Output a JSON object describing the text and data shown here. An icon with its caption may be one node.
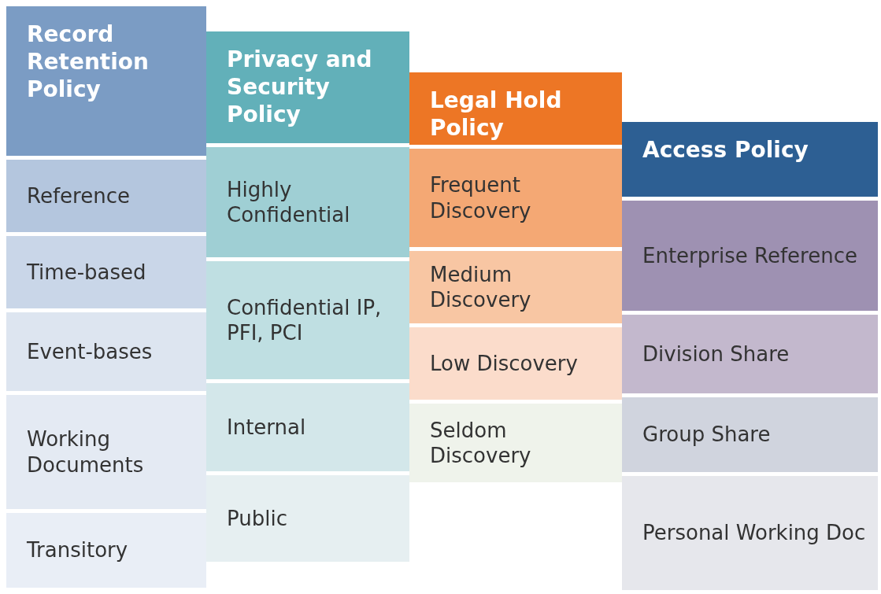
{
  "diagram": {
    "nodes": [
      {
        "text": [
          "Record Retention Policy"
        ]
      },
      {
        "text": [
          "Reference"
        ]
      },
      {
        "text": [
          "Time-based"
        ]
      },
      {
        "text": [
          "Event-bases"
        ]
      },
      {
        "text": [
          "Working Documents"
        ]
      },
      {
        "text": [
          "Transitory"
        ]
      },
      {
        "text": [
          "Privacy and Security Policy"
        ]
      },
      {
        "text": [
          "Highly Confidential"
        ]
      },
      {
        "text": [
          "Confidential IP, PFI, PCI"
        ]
      },
      {
        "text": [
          "Internal"
        ]
      },
      {
        "text": [
          "Public"
        ]
      },
      {
        "text": [
          "Legal **Hold** Policy"
        ]
      },
      {
        "text": [
          "Frequent Discovery"
        ]
      },
      {
        "text": [
          "Medium Discovery"
        ]
      },
      {
        "text": [
          "Low Discovery"
        ]
      },
      {
        "text": [
          "Seldom Discovery"
        ]
      },
      {
        "text": [
          "Access Policy"
        ]
      },
      {
        "text": [
          "Enterprise Reference"
        ]
      },
      {
        "text": [
          "Division Share"
        ]
      },
      {
        "text": [
          "Group Share"
        ]
      },
      {
        "text": [
          "Personal Working Doc"
        ]
      }
    ]
  }
}
